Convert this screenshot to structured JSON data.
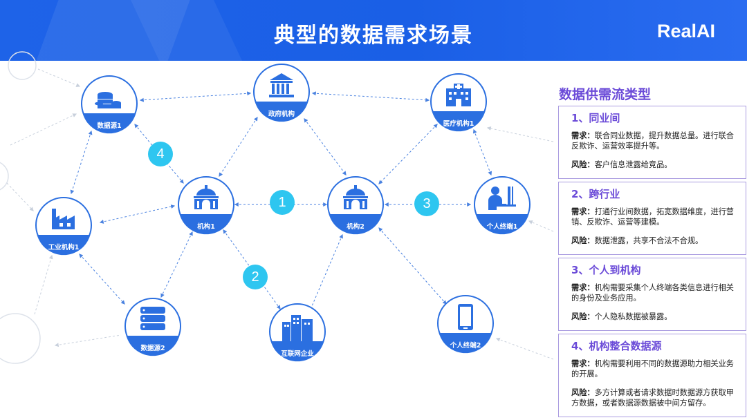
{
  "header": {
    "title": "典型的数据需求场景",
    "logo": "RealAI"
  },
  "nodes": [
    {
      "id": "data1",
      "label": "数据源1",
      "icon": "database-coins-icon"
    },
    {
      "id": "gov",
      "label": "政府机构",
      "icon": "government-building-icon"
    },
    {
      "id": "med1",
      "label": "医疗机构1",
      "icon": "hospital-icon"
    },
    {
      "id": "ind1",
      "label": "工业机构1",
      "icon": "factory-icon"
    },
    {
      "id": "org1",
      "label": "机构1",
      "icon": "institution-dome-icon"
    },
    {
      "id": "org2",
      "label": "机构2",
      "icon": "institution-dome-icon"
    },
    {
      "id": "term1",
      "label": "个人终端1",
      "icon": "person-computer-icon"
    },
    {
      "id": "data2",
      "label": "数据源2",
      "icon": "database-icon"
    },
    {
      "id": "inet",
      "label": "互联网企业",
      "icon": "buildings-icon"
    },
    {
      "id": "term2",
      "label": "个人终端2",
      "icon": "phone-icon"
    }
  ],
  "badges": [
    "1",
    "2",
    "3",
    "4"
  ],
  "panel": {
    "title": "数据供需流类型",
    "cards": [
      {
        "heading": "1、同业间",
        "need_label": "需求：",
        "need": "联合同业数据，提升数据总量。进行联合反欺诈、运营效率提升等。",
        "risk_label": "风险：",
        "risk": "客户信息泄露给竞品。"
      },
      {
        "heading": "2、跨行业",
        "need_label": "需求：",
        "need": "打通行业间数据，拓宽数据维度，进行营销、反欺诈、运营等建模。",
        "risk_label": "风险：",
        "risk": "数据泄露，共享不合法不合规。"
      },
      {
        "heading": "3、个人到机构",
        "need_label": "需求：",
        "need": "机构需要采集个人终端各类信息进行相关的身份及业务应用。",
        "risk_label": "风险：",
        "risk": "个人隐私数据被暴露。"
      },
      {
        "heading": "4、机构整合数据源",
        "need_label": "需求：",
        "need": "机构需要利用不同的数据源助力相关业务的开展。",
        "risk_label": "风险：",
        "risk": "多方计算或者请求数据时数据源方获取甲方数据，或者数据源数据被中间方留存。"
      }
    ]
  },
  "colors": {
    "header": "#1e63e8",
    "node": "#2b6fe0",
    "badge": "#2ec6f0",
    "accent": "#6b4bd8"
  }
}
